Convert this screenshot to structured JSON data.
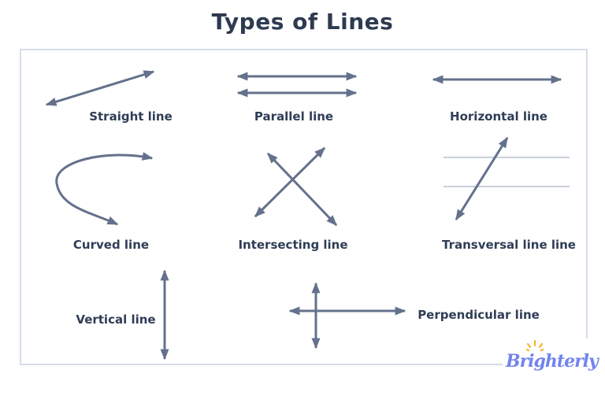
{
  "title": "Types of Lines",
  "figures": {
    "straight": {
      "label": "Straight line"
    },
    "parallel": {
      "label": "Parallel line"
    },
    "horizontal": {
      "label": "Horizontal line"
    },
    "curved": {
      "label": "Curved line"
    },
    "intersecting": {
      "label": "Intersecting line"
    },
    "transversal": {
      "label": "Transversal line line"
    },
    "vertical": {
      "label": "Vertical line"
    },
    "perpendicular": {
      "label": "Perpendicular line"
    }
  },
  "logo": {
    "text": "Brighterly"
  },
  "colors": {
    "title_text": "#2e3a50",
    "label_text": "#2f3d56",
    "line": "#64718c",
    "light_line": "#c7cfdc",
    "box_border": "#d6dde9",
    "logo": "#7384ee",
    "logo_spark": "#f6b42c"
  }
}
